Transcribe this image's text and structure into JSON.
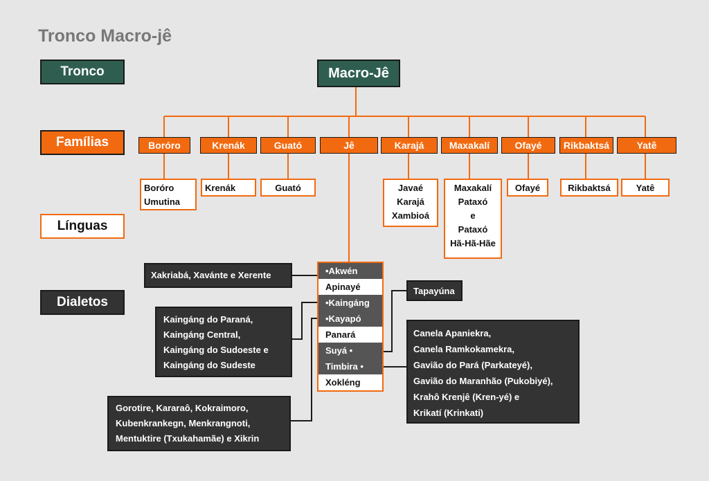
{
  "title": "Tronco Macro-jê",
  "labels": {
    "tronco": "Tronco",
    "familias": "Famílias",
    "linguas": "Línguas",
    "dialetos": "Dialetos"
  },
  "root": "Macro-Jê",
  "families": [
    "Boróro",
    "Krenák",
    "Guató",
    "Jê",
    "Karajá",
    "Maxakalí",
    "Ofayé",
    "Rikbaktsá",
    "Yatê"
  ],
  "languages": {
    "bororo": [
      "Boróro",
      "Umutina"
    ],
    "krenak": [
      "Krenák"
    ],
    "guato": [
      "Guató"
    ],
    "karaja": [
      "Javaé",
      "Karajá",
      "Xambioá"
    ],
    "maxakali": [
      "Maxakalí",
      "Pataxó",
      "e",
      "Pataxó",
      "Hã-Hã-Hãe"
    ],
    "ofaye": [
      "Ofayé"
    ],
    "rikbaktsa": [
      "Rikbaktsá"
    ],
    "yate": [
      "Yatê"
    ]
  },
  "je_languages": [
    {
      "text": "•Akwén",
      "style": "dark"
    },
    {
      "text": "Apinayé",
      "style": "white"
    },
    {
      "text": "•Kaingáng",
      "style": "dark"
    },
    {
      "text": "•Kayapó",
      "style": "dark"
    },
    {
      "text": "Panará",
      "style": "white"
    },
    {
      "text": "Suyá  •",
      "style": "dark"
    },
    {
      "text": "Timbira •",
      "style": "dark"
    },
    {
      "text": "Xokléng",
      "style": "white"
    }
  ],
  "dialects": {
    "akwen": "Xakriabá, Xavánte e Xerente",
    "kaingang": [
      "Kaingáng do Paraná,",
      "Kaingáng Central,",
      "Kaingáng do Sudoeste e",
      "Kaingáng do Sudeste"
    ],
    "kayapo": [
      "Gorotire, Kararaô, Kokraimoro,",
      "Kubenkrankegn, Menkrangnoti,",
      "Mentuktire (Txukahamãe)  e Xikrin"
    ],
    "suya": "Tapayúna",
    "timbira": [
      "Canela Apaniekra,",
      "Canela Ramkokamekra,",
      "Gavião do Pará (Parkateyé),",
      "Gavião do Maranhão (Pukobiyé),",
      "Krahô Krenjê (Kren-yé) e",
      "Krikatí (Krinkati)"
    ]
  },
  "colors": {
    "background": "#e6e6e6",
    "orange": "#f26a10",
    "green": "#2f5e50",
    "dark": "#333333"
  }
}
